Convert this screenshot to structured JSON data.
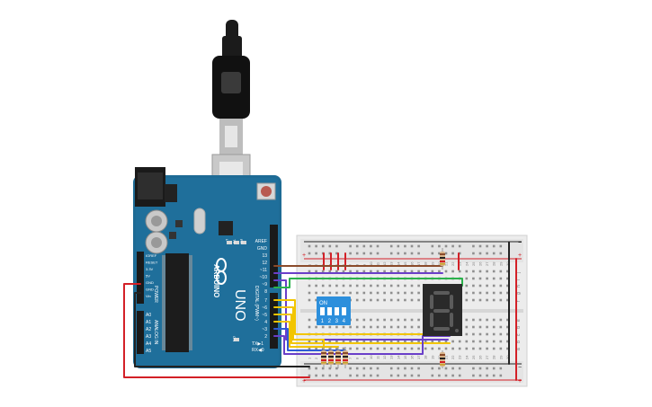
{
  "board": {
    "brand": "ARDUINO",
    "model": "UNO",
    "power_header_label": "POWER",
    "analog_header_label": "ANALOG IN",
    "digital_header_label": "DIGITAL (PWM~)",
    "tx_label": "TX",
    "rx_label": "RX",
    "led_l_label": "L",
    "on_label": "ON",
    "tx_arrow_label": "TX▶1",
    "rx_arrow_label": "RX◀0",
    "power_pins": [
      "IOREF",
      "RESET",
      "3.3V",
      "5V",
      "GND",
      "GND",
      "Vin"
    ],
    "analog_pins": [
      "A0",
      "A1",
      "A2",
      "A3",
      "A4",
      "A5"
    ],
    "digital_upper_pins": [
      "AREF",
      "GND",
      "13",
      "12",
      "~11",
      "~10",
      "~9",
      "8"
    ],
    "digital_lower_pins": [
      "7",
      "~6",
      "~5",
      "4",
      "~3",
      "2"
    ]
  },
  "dip_switch": {
    "on_label": "ON",
    "switch_numbers": [
      "1",
      "2",
      "3",
      "4"
    ]
  },
  "breadboard": {
    "rail_plus": "+",
    "rail_minus": "−",
    "row_letters_top": [
      "j",
      "i",
      "h",
      "g",
      "f"
    ],
    "row_letters_bottom": [
      "e",
      "d",
      "c",
      "b",
      "a"
    ],
    "column_numbers": [
      "1",
      "2",
      "3",
      "4",
      "5",
      "6",
      "7",
      "8",
      "9",
      "10",
      "11",
      "12",
      "13",
      "14",
      "15",
      "16",
      "17",
      "18",
      "19",
      "20",
      "21",
      "22",
      "23",
      "24",
      "25",
      "26",
      "27",
      "28",
      "29",
      "30"
    ]
  },
  "wire_colors": {
    "red": "#d32027",
    "black": "#222222",
    "green": "#2bb24c",
    "yellow": "#f2c500",
    "purple": "#6a3fc9",
    "blue": "#2f5bd4",
    "brown": "#8a4b2b"
  }
}
